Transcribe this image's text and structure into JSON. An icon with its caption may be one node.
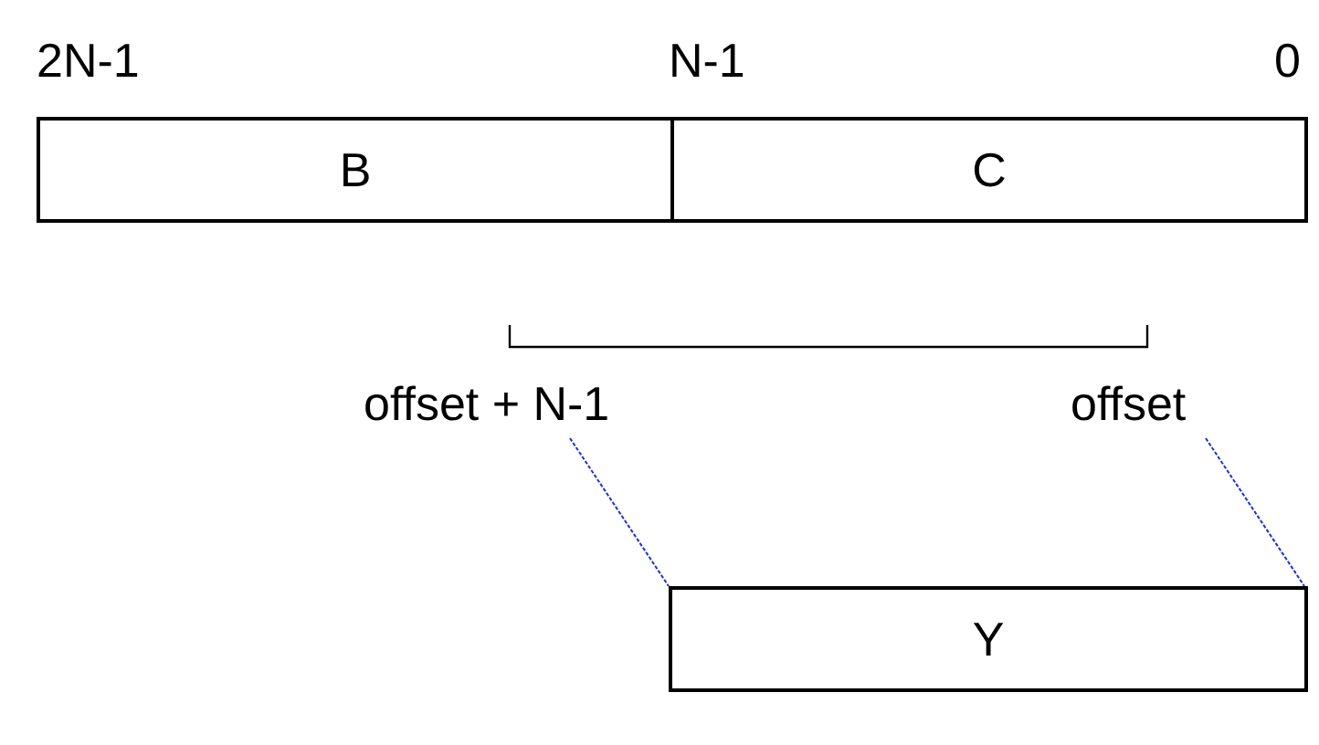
{
  "diagram": {
    "nodes": [
      {
        "text": [
          "B"
        ]
      },
      {
        "text": [
          "C"
        ]
      },
      {
        "text": [
          "Y"
        ]
      }
    ],
    "labels": [
      "2N-1",
      "N-1",
      "0",
      "offset + N-1",
      "offset"
    ]
  }
}
